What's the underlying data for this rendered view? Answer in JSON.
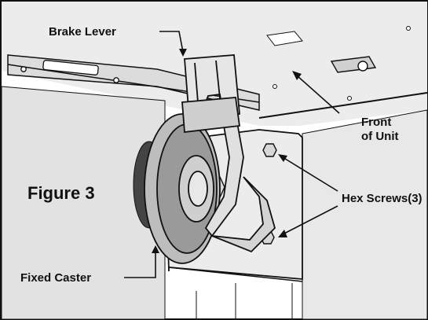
{
  "labels": {
    "brake_lever": "Brake Lever",
    "front_of_unit_line1": "Front",
    "front_of_unit_line2": "of Unit",
    "figure_title": "Figure 3",
    "hex_screws": "Hex Screws(3)",
    "fixed_caster": "Fixed Caster"
  },
  "colors": {
    "background": "#ffffff",
    "frame": "#d6d6d6",
    "panel": "#e2e2e2",
    "plate": "#ececec",
    "wheel_dark": "#9a9a9a",
    "stroke": "#111111"
  }
}
